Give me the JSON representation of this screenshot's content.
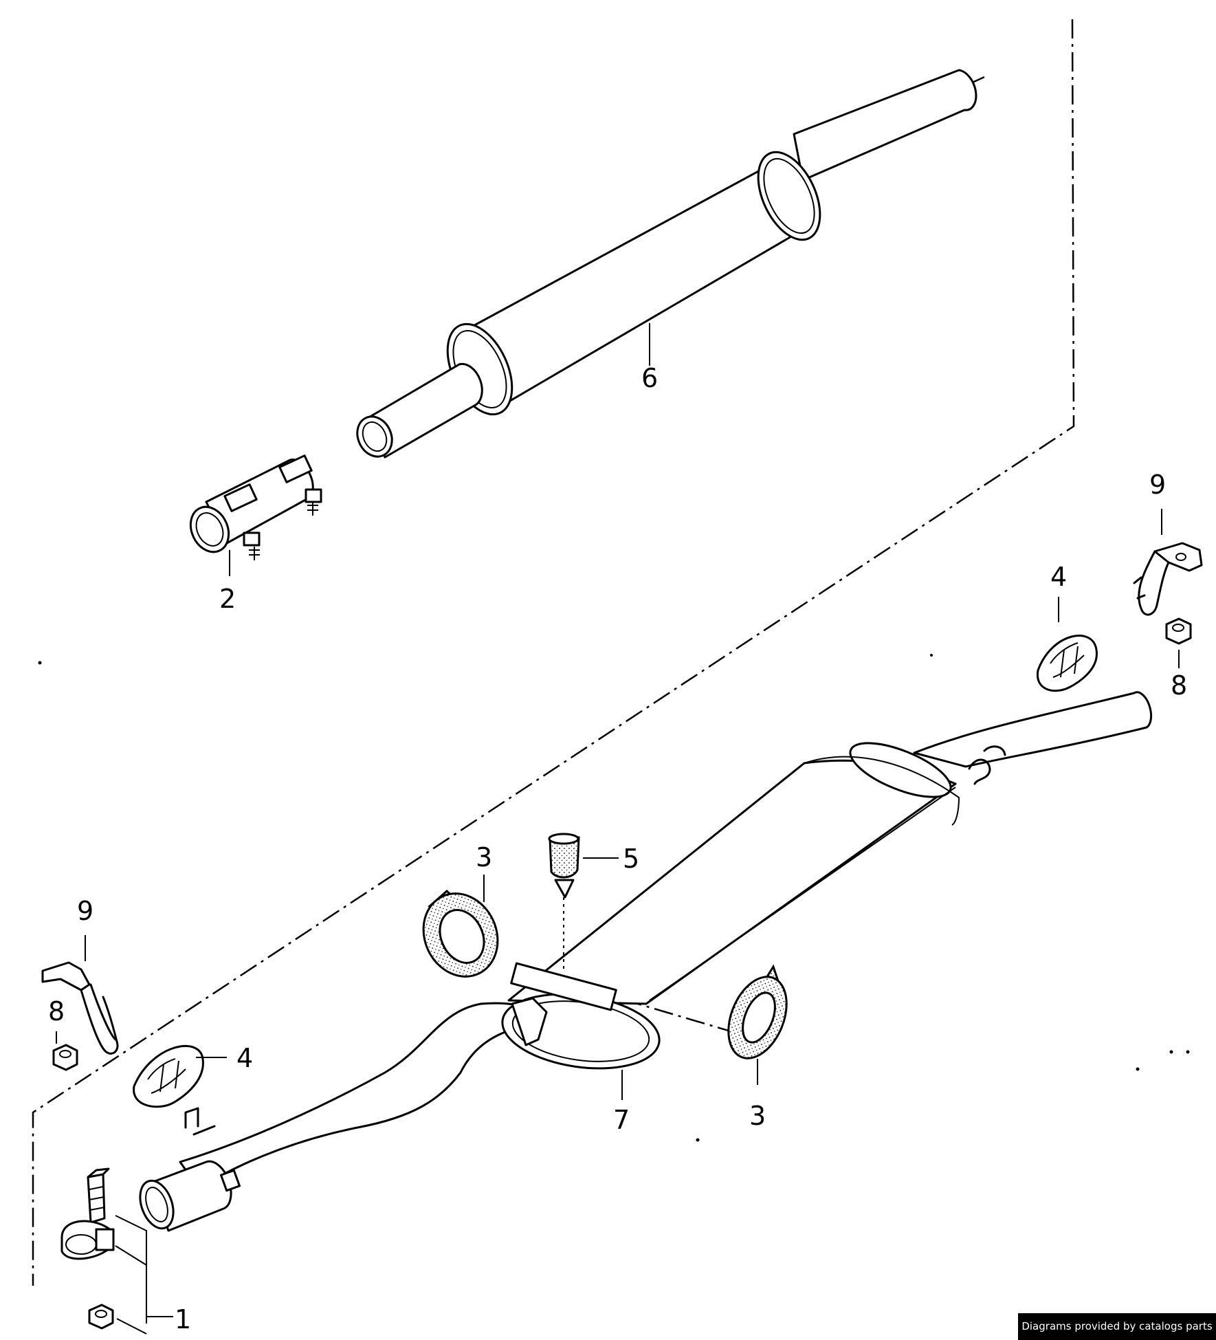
{
  "diagram": {
    "callouts": {
      "c1": "1",
      "c2": "2",
      "c3a": "3",
      "c3b": "3",
      "c4a": "4",
      "c4b": "4",
      "c5": "5",
      "c6": "6",
      "c7": "7",
      "c8a": "8",
      "c8b": "8",
      "c9a": "9",
      "c9b": "9"
    }
  },
  "footer": {
    "credit": "Diagrams provided by catalogs parts"
  }
}
